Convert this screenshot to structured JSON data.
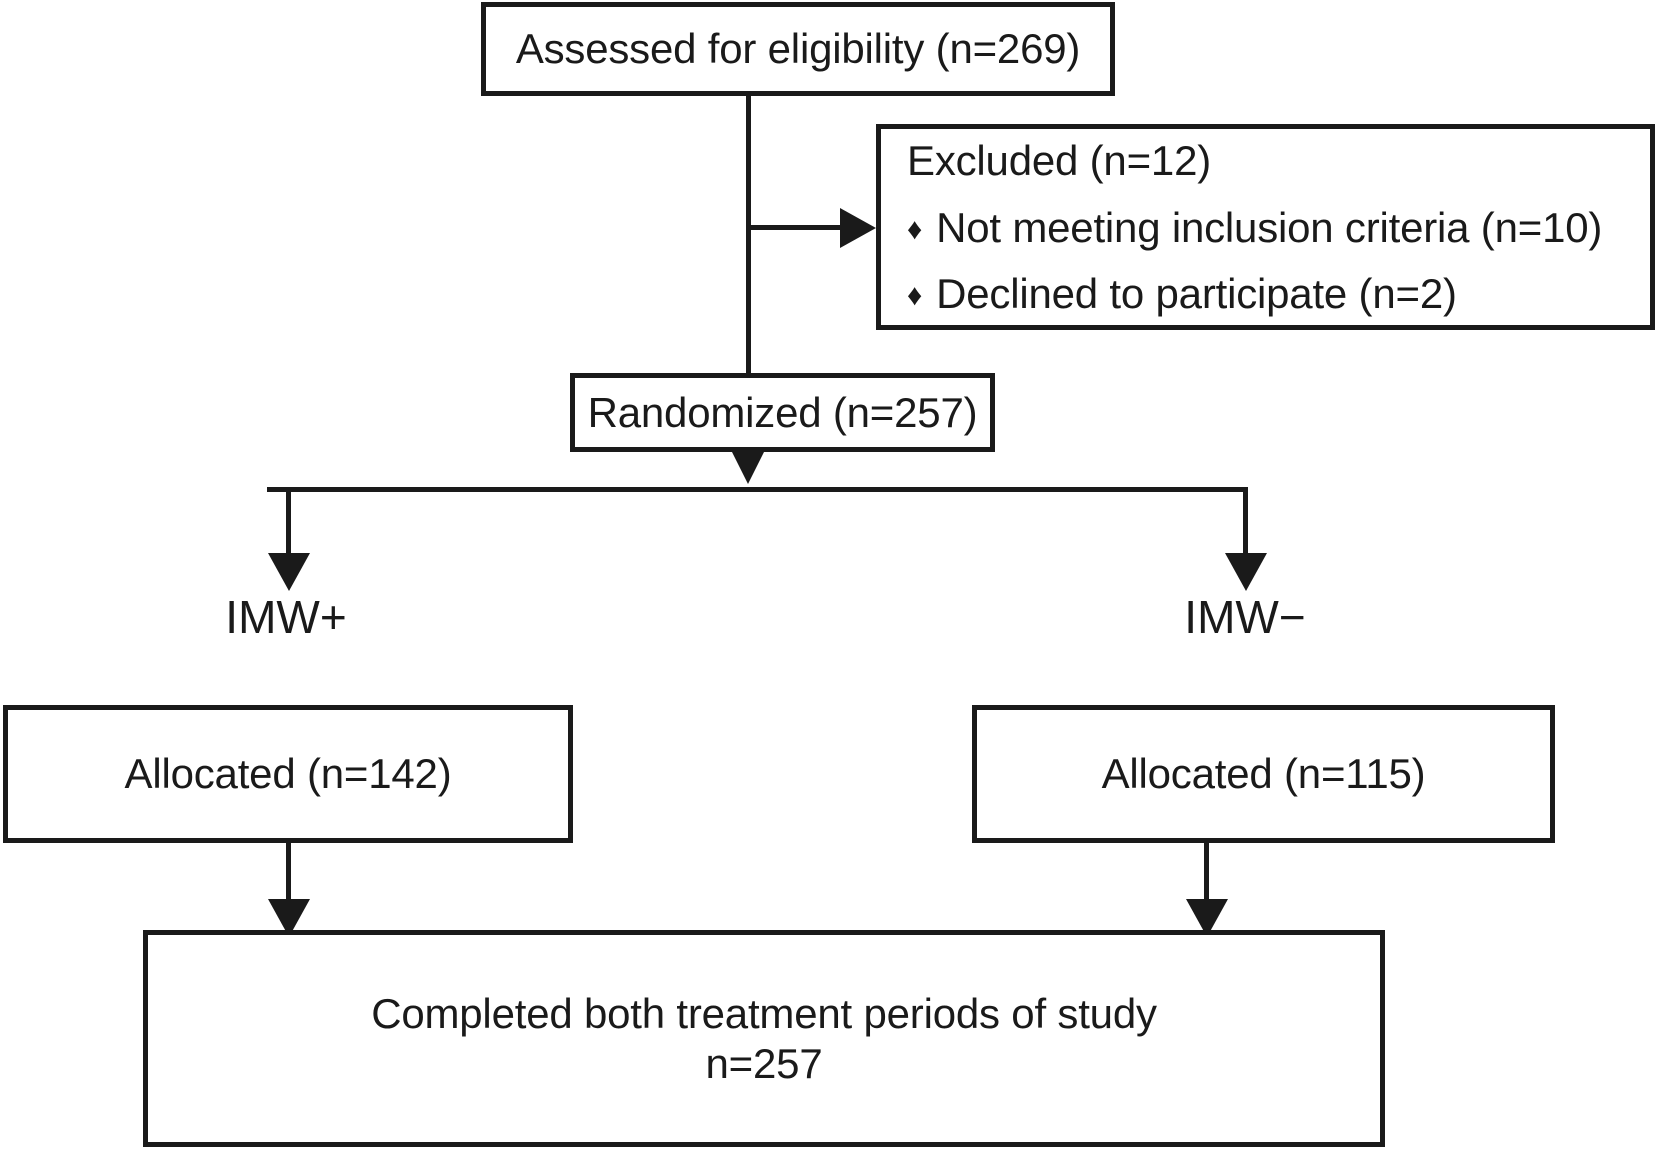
{
  "diagram": {
    "type": "consort-flow-diagram",
    "nodes": {
      "assessed": {
        "label": "Assessed for eligibility (n=269)",
        "n": 269
      },
      "excluded": {
        "title": "Excluded  (n=12)",
        "n": 12,
        "bullet_glyph": "♦",
        "reasons": [
          {
            "label": "Not meeting inclusion criteria (n=10)",
            "n": 10
          },
          {
            "label": "Declined to participate (n=2)",
            "n": 2
          }
        ]
      },
      "randomized": {
        "label": "Randomized (n=257)",
        "n": 257
      },
      "arm_left": {
        "branch_label": "IMW+",
        "allocated_label": "Allocated (n=142)",
        "n": 142
      },
      "arm_right": {
        "branch_label": "IMW−",
        "allocated_label": "Allocated (n=115)",
        "n": 115
      },
      "completed": {
        "line1": "Completed both treatment periods of study",
        "line2": "n=257",
        "n": 257
      }
    },
    "colors": {
      "stroke": "#1a1a1a",
      "fill": "#ffffff",
      "text": "#1a1a1a"
    }
  }
}
